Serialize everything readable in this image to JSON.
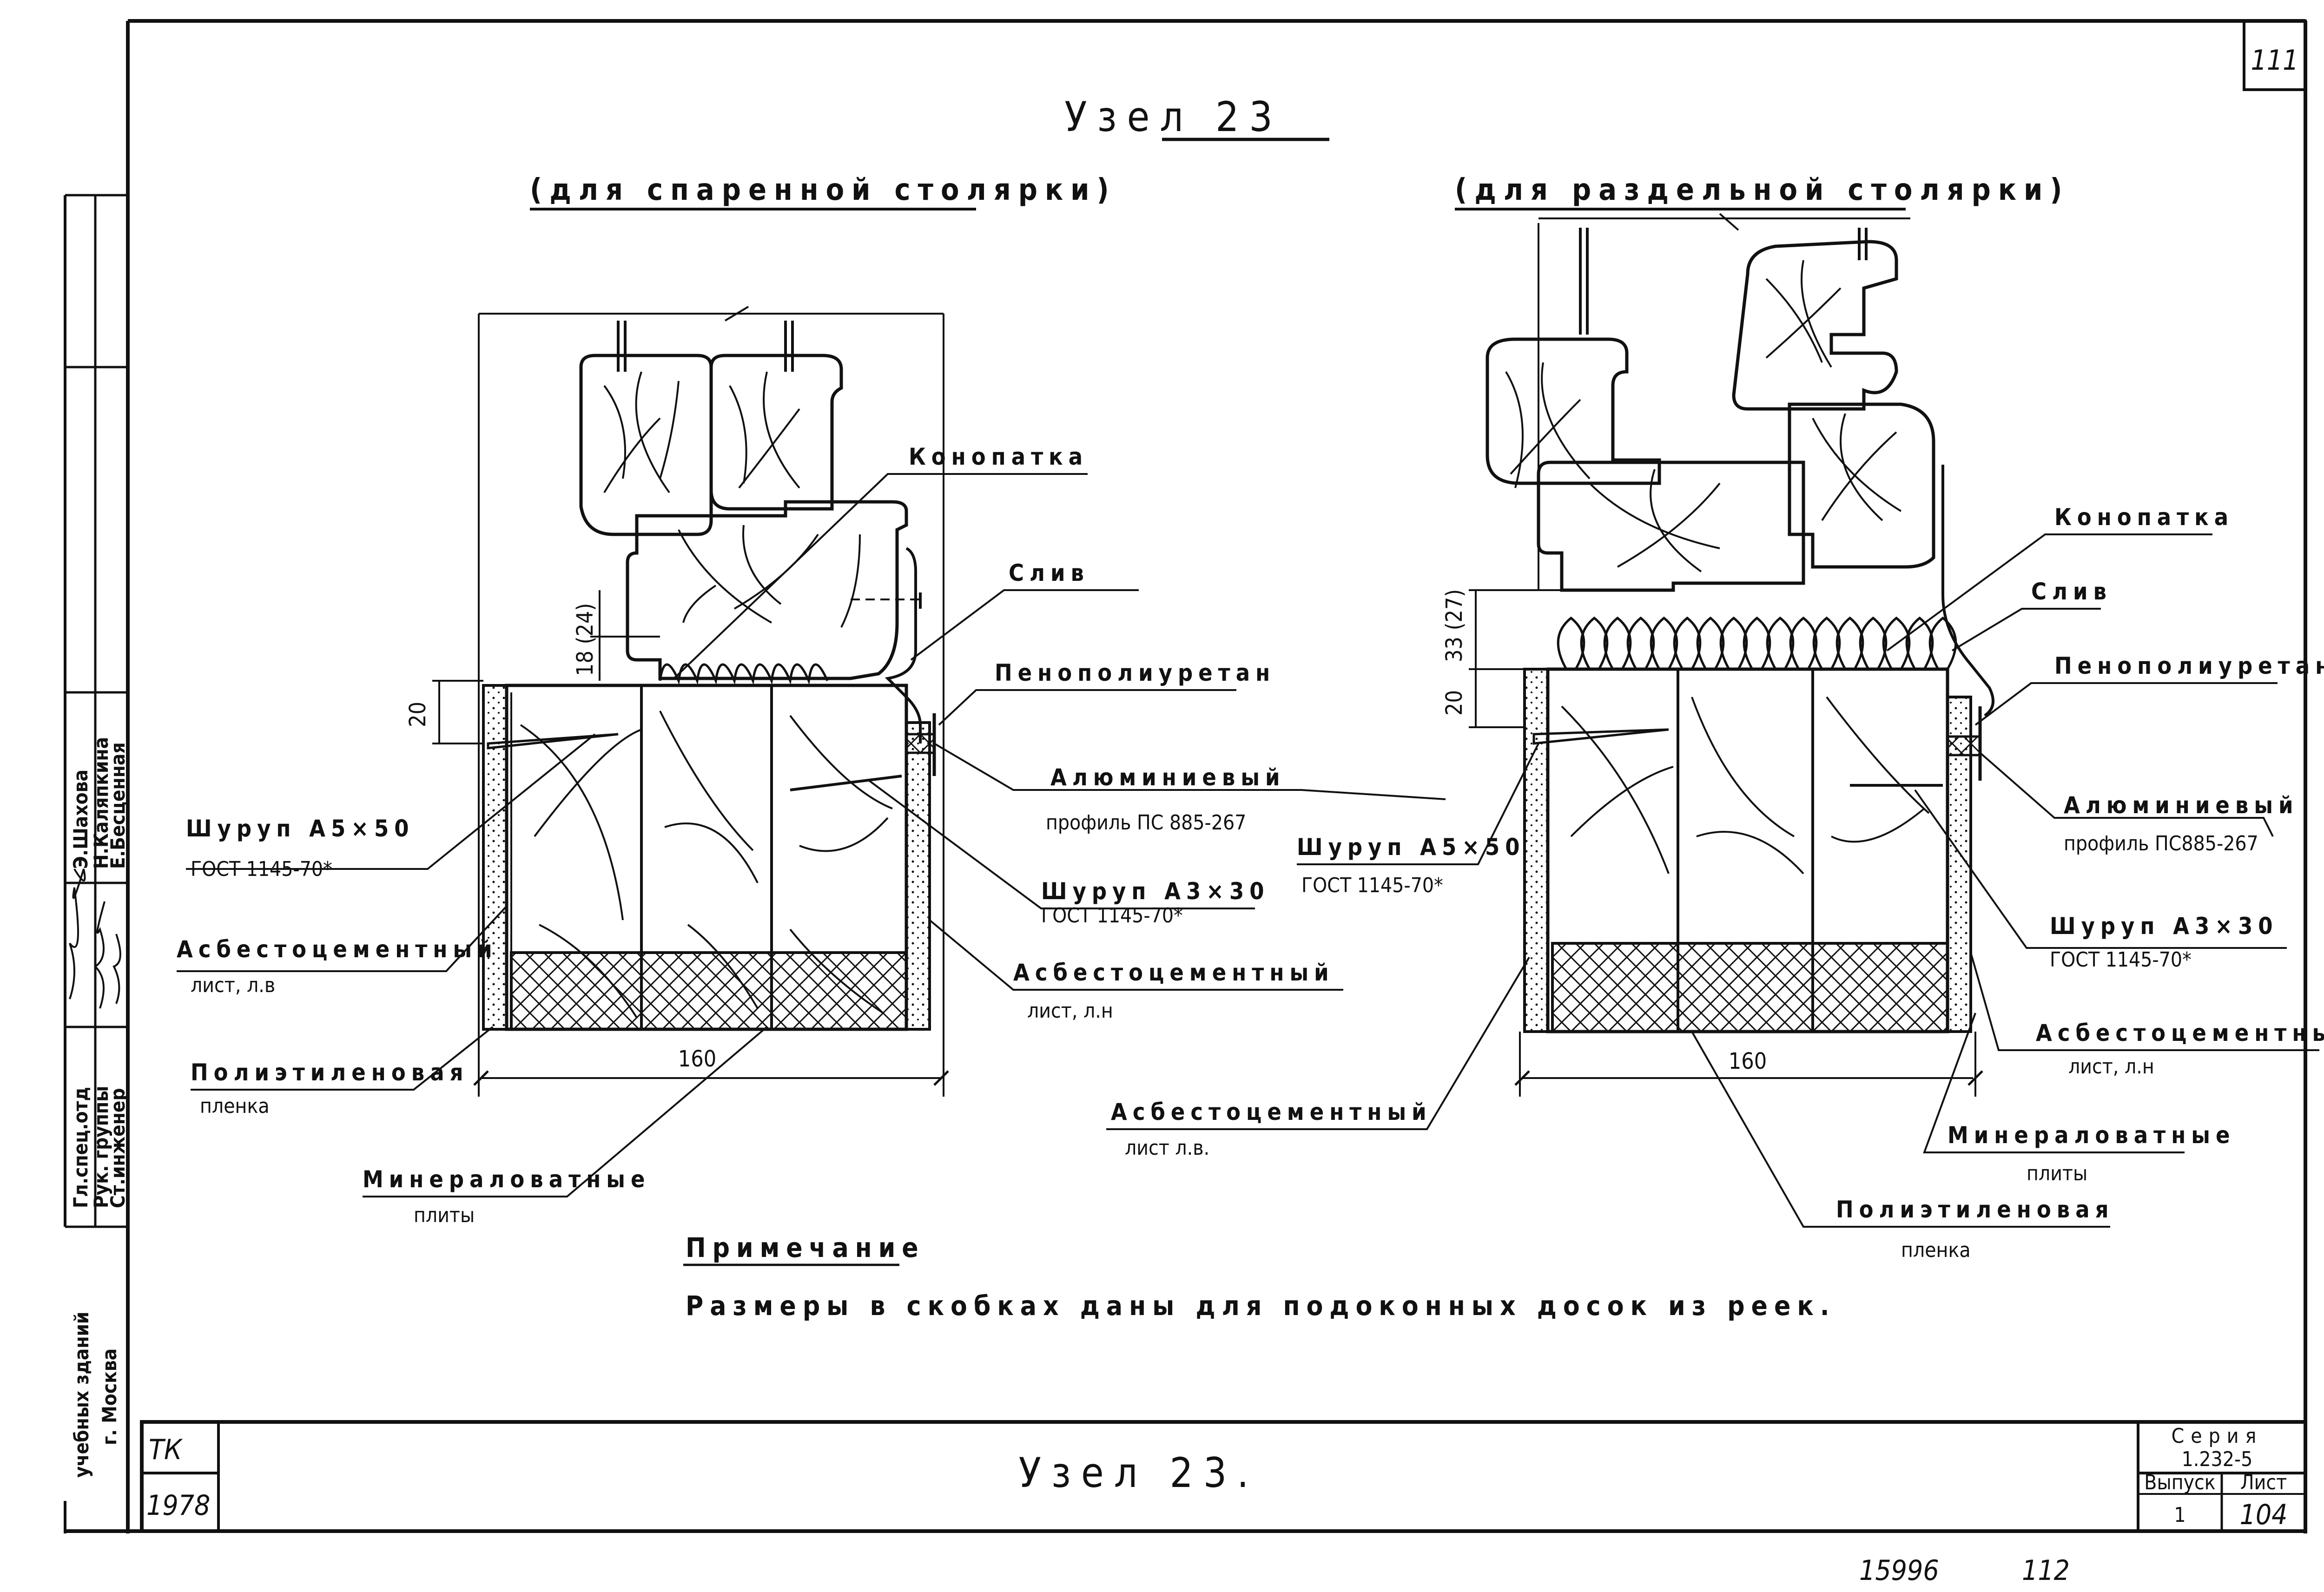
{
  "sheet_number_top": "111",
  "title": "Узел 23",
  "left_detail": {
    "subtitle": "(для спаренной столярки)",
    "labels": {
      "konopatka": "Конопатка",
      "sliv": "Слив",
      "penopoliuretan": "Пенополиуретан",
      "profile_1": "Алюминиевый",
      "profile_2": "профиль ПС 885-267",
      "screw_a3_1": "Шуруп А3×30",
      "screw_a3_2": "ГОСТ 1145-70*",
      "asb_right_1": "Асбестоцементный",
      "asb_right_2": "лист, л.н",
      "screw_a5_1": "Шуруп А5×50",
      "screw_a5_2": "ГОСТ 1145-70*",
      "asb_left_1": "Асбестоцементный",
      "asb_left_2": "лист, л.в",
      "film_1": "Полиэтиленовая",
      "film_2": "пленка",
      "mineral_1": "Минераловатные",
      "mineral_2": "плиты"
    },
    "dims": {
      "gap": "18 (24)",
      "top": "20",
      "width": "160"
    }
  },
  "right_detail": {
    "subtitle": "(для раздельной столярки)",
    "labels": {
      "konopatka": "Конопатка",
      "sliv": "Слив",
      "penopoliuretan": "Пенополиуретан",
      "profile_1": "Алюминиевый",
      "profile_2": "профиль ПС885-267",
      "screw_a5_1": "Шуруп А5×50",
      "screw_a5_2": "ГОСТ 1145-70*",
      "screw_a3_1": "Шуруп А3×30",
      "screw_a3_2": "ГОСТ 1145-70*",
      "asb_right_1": "Асбестоцементный",
      "asb_right_2": "лист, л.н",
      "asb_left_1": "Асбестоцементный",
      "asb_left_2": "лист л.в.",
      "mineral_1": "Минераловатные",
      "mineral_2": "плиты",
      "film_1": "Полиэтиленовая",
      "film_2": "пленка"
    },
    "dims": {
      "gap": "33 (27)",
      "top": "20",
      "width": "160"
    }
  },
  "note": {
    "heading": "Примечание",
    "text": "Размеры в скобках даны для подоконных досок из реек."
  },
  "side_stamp": {
    "roles": [
      "Гл.спец.отд",
      "Рук. группы",
      "Ст.инженер"
    ],
    "names": [
      "Э.Шахова",
      "Н.Каляпкина",
      "Е.Бесценная"
    ],
    "org_1": "учебных зданий",
    "org_2": "г. Москва"
  },
  "title_block": {
    "code": "ТК",
    "year": "1978",
    "name": "Узел 23.",
    "series_label": "Серия",
    "series_value": "1.232-5",
    "issue_label": "Выпуск",
    "issue_value": "1",
    "sheet_label": "Лист",
    "sheet_value": "104"
  },
  "bottom_marks": {
    "archive": "15996",
    "page": "112"
  },
  "colors": {
    "ink": "#111111",
    "paper": "#ffffff"
  }
}
